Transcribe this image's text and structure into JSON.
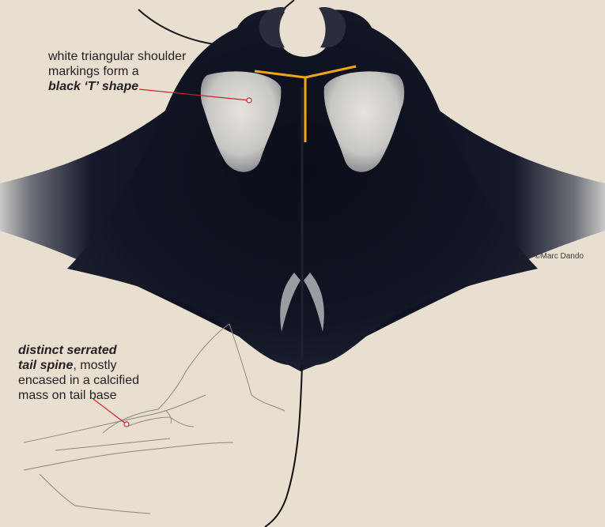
{
  "annotation_top": {
    "line1": "white triangular shoulder",
    "line2": "markings form a",
    "emphasis": "black ‘T’ shape"
  },
  "annotation_bottom": {
    "emphasis_line1": "distinct serrated",
    "emphasis_line2": "tail spine",
    "rest_line2": ", mostly",
    "line3": "encased in a calcified",
    "line4": "mass on tail base"
  },
  "credit": "©Marc Dando",
  "colors": {
    "background": "#e9dfd1",
    "body": "#0c0f1a",
    "shoulder_marking": "#d9d6d3",
    "highlight_line": "#f2a516",
    "pointer": "#d0202a"
  }
}
